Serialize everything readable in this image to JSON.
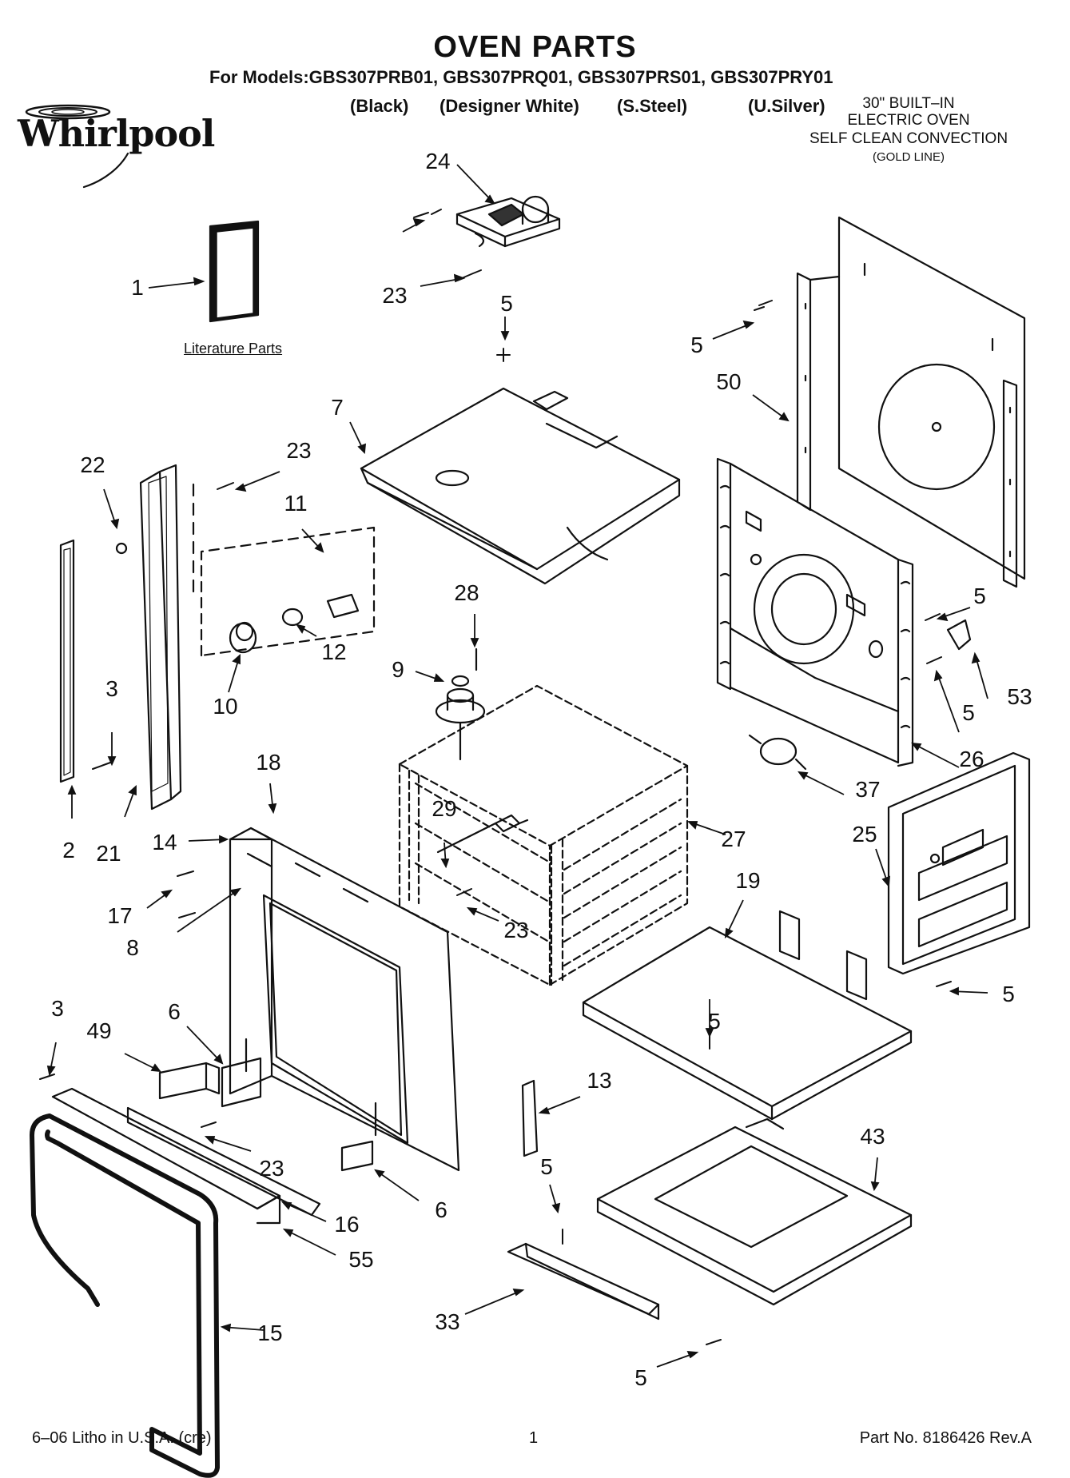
{
  "header": {
    "title": "OVEN PARTS",
    "models_line": "For Models:GBS307PRB01, GBS307PRQ01, GBS307PRS01, GBS307PRY01",
    "variants": [
      "(Black)",
      "(Designer White)",
      "(S.Steel)",
      "(U.Silver)"
    ],
    "oven_type": [
      "30\" BUILT–IN",
      "ELECTRIC OVEN",
      "SELF CLEAN CONVECTION",
      "(GOLD LINE)"
    ]
  },
  "brand": {
    "logo_text": "Whirlpool"
  },
  "literature_label": "Literature Parts",
  "callouts": [
    "24",
    "23",
    "1",
    "5",
    "5",
    "50",
    "7",
    "22",
    "23",
    "11",
    "28",
    "5",
    "9",
    "12",
    "10",
    "3",
    "5",
    "53",
    "18",
    "26",
    "37",
    "29",
    "14",
    "2",
    "21",
    "27",
    "25",
    "17",
    "19",
    "8",
    "23",
    "5",
    "5",
    "3",
    "6",
    "49",
    "13",
    "43",
    "23",
    "5",
    "6",
    "16",
    "55",
    "33",
    "15",
    "5"
  ],
  "footer": {
    "left": "6–06 Litho in U.S.A. (cre)",
    "center": "1",
    "right": "Part No. 8186426 Rev.A"
  }
}
